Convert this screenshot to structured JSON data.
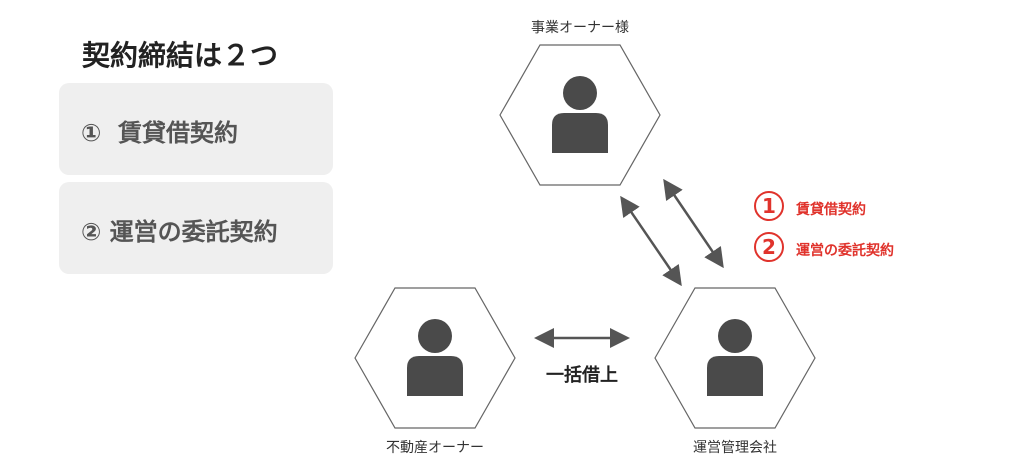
{
  "title": "契約締結は２つ",
  "boxes": [
    {
      "label": "①  賃貸借契約"
    },
    {
      "label": "② 運営の委託契約"
    }
  ],
  "nodes": {
    "business_owner": "事業オーナー様",
    "property_owner": "不動産オーナー",
    "management_company": "運営管理会社"
  },
  "master_lease": "一括借上",
  "contracts": [
    {
      "num": "1",
      "label": "賃貸借契約"
    },
    {
      "num": "2",
      "label": "運営の委託契約"
    }
  ],
  "colors": {
    "accent": "#e0332c",
    "icon": "#4a4a4a",
    "box": "#efefef"
  }
}
